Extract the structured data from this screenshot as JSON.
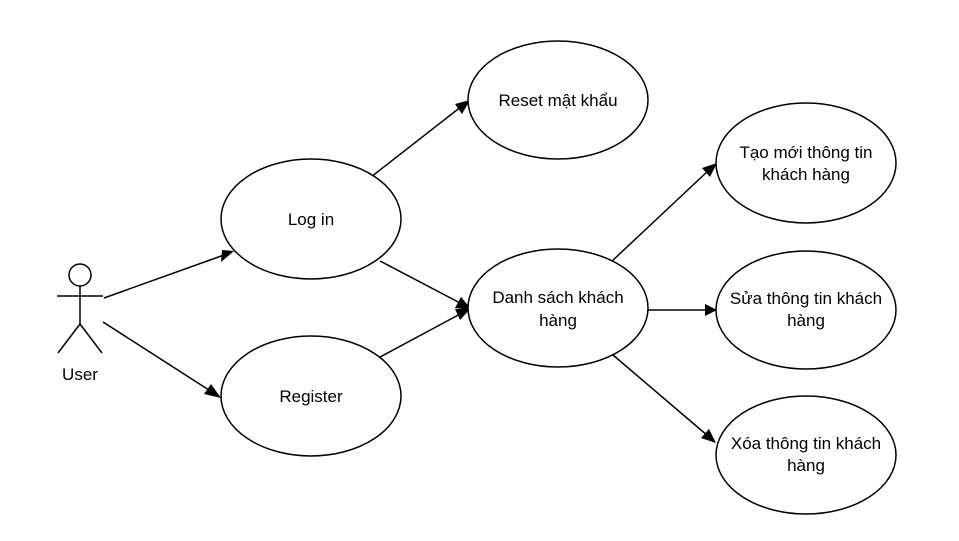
{
  "actor": {
    "label": "User"
  },
  "use_cases": {
    "reset": {
      "label": "Reset mật khẩu"
    },
    "login": {
      "label": "Log in"
    },
    "register": {
      "label": "Register"
    },
    "list": {
      "label_line1": "Danh sách khách",
      "label_line2": "hàng"
    },
    "create": {
      "label_line1": "Tạo mới thông tin",
      "label_line2": "khách hàng"
    },
    "edit": {
      "label_line1": "Sửa thông tin khách",
      "label_line2": "hàng"
    },
    "delete": {
      "label_line1": "Xóa thông tin khách",
      "label_line2": "hàng"
    }
  },
  "colors": {
    "stroke": "#000000",
    "fill": "#ffffff",
    "background": "#ffffff"
  }
}
